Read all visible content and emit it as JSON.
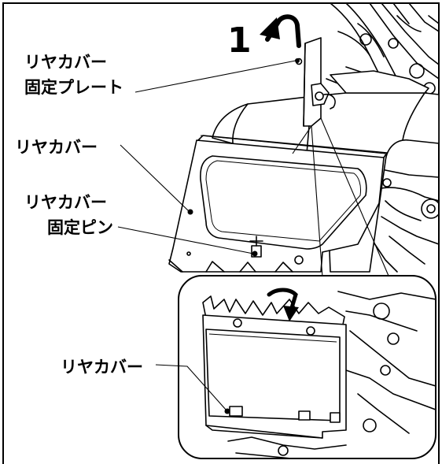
{
  "step_number": "1",
  "labels": {
    "plate_line1": "リヤカバー",
    "plate_line2": "固定プレート",
    "cover": "リヤカバー",
    "pin_line1": "リヤカバー",
    "pin_line2": "固定ピン",
    "inset_cover": "リヤカバー"
  },
  "icons": [
    "rotate-arrow-icon",
    "fold-down-arrow-icon"
  ]
}
